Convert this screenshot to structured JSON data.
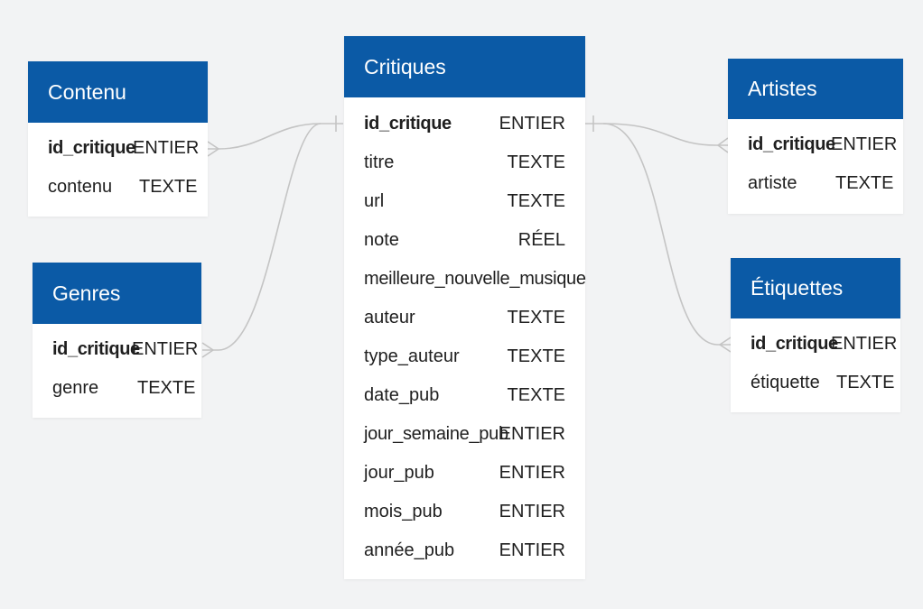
{
  "tables": {
    "contenu": {
      "title": "Contenu",
      "fields": [
        {
          "name": "id_critique",
          "type": "ENTIER"
        },
        {
          "name": "contenu",
          "type": "TEXTE"
        }
      ]
    },
    "genres": {
      "title": "Genres",
      "fields": [
        {
          "name": "id_critique",
          "type": "ENTIER"
        },
        {
          "name": "genre",
          "type": "TEXTE"
        }
      ]
    },
    "critiques": {
      "title": "Critiques",
      "fields": [
        {
          "name": "id_critique",
          "type": "ENTIER"
        },
        {
          "name": "titre",
          "type": "TEXTE"
        },
        {
          "name": "url",
          "type": "TEXTE"
        },
        {
          "name": "note",
          "type": "RÉEL"
        },
        {
          "name": "meilleure_nouvelle_musique",
          "type": ""
        },
        {
          "name": "auteur",
          "type": "TEXTE"
        },
        {
          "name": "type_auteur",
          "type": "TEXTE"
        },
        {
          "name": "date_pub",
          "type": "TEXTE"
        },
        {
          "name": "jour_semaine_pub",
          "type": "ENTIER"
        },
        {
          "name": "jour_pub",
          "type": "ENTIER"
        },
        {
          "name": "mois_pub",
          "type": "ENTIER"
        },
        {
          "name": "année_pub",
          "type": "ENTIER"
        }
      ]
    },
    "artistes": {
      "title": "Artistes",
      "fields": [
        {
          "name": "id_critique",
          "type": "ENTIER"
        },
        {
          "name": "artiste",
          "type": "TEXTE"
        }
      ]
    },
    "etiquettes": {
      "title": "Étiquettes",
      "fields": [
        {
          "name": "id_critique",
          "type": "ENTIER"
        },
        {
          "name": "étiquette",
          "type": "TEXTE"
        }
      ]
    }
  },
  "relationships": [
    {
      "from": "critiques",
      "to": "contenu",
      "cardinality": "one-to-many"
    },
    {
      "from": "critiques",
      "to": "genres",
      "cardinality": "one-to-many"
    },
    {
      "from": "critiques",
      "to": "artistes",
      "cardinality": "one-to-many"
    },
    {
      "from": "critiques",
      "to": "etiquettes",
      "cardinality": "one-to-many"
    }
  ],
  "colors": {
    "header": "#0b5aa6",
    "header_text": "#ffffff",
    "background": "#f2f3f4",
    "card": "#ffffff",
    "connector": "#c4c4c4"
  }
}
